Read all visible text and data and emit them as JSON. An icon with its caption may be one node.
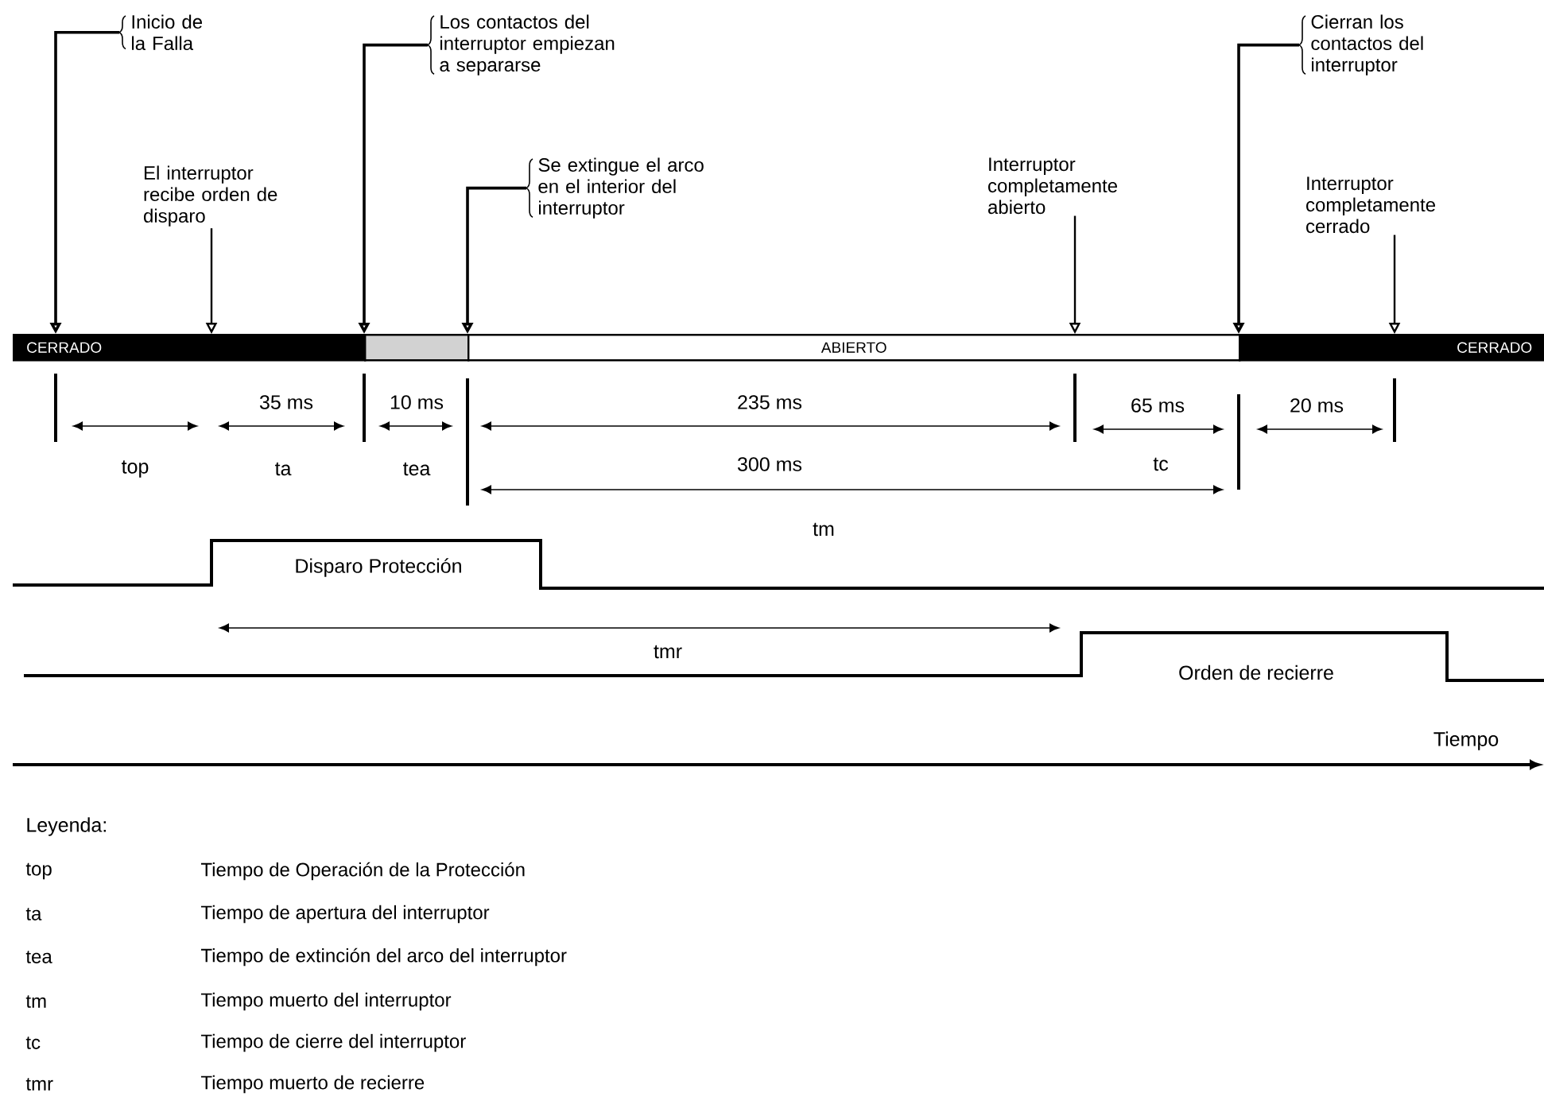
{
  "diagram": {
    "nodes": [
      {
        "text": [
          "Inicio de la Falla"
        ]
      },
      {
        "text": [
          "El interruptor recibe orden de disparo"
        ]
      },
      {
        "text": [
          "Los contactos del interruptor empiezan a separarse"
        ]
      },
      {
        "text": [
          "Se extingue el arco en el interior del interruptor"
        ]
      },
      {
        "text": [
          "Interruptor completamente abierto"
        ]
      },
      {
        "text": [
          "Cierran los contactos del interruptor"
        ]
      },
      {
        "text": [
          "Interruptor completamente cerrado"
        ]
      },
      {
        "text": [
          "CERRADO"
        ]
      },
      {
        "text": [],
        "shape": "bar"
      },
      {
        "text": [
          "ABIERTO"
        ]
      },
      {
        "text": [
          "CERRADO"
        ]
      }
    ],
    "edges": [
      {
        "from": 0,
        "to": 7,
        "arrow": "to"
      },
      {
        "from": 1,
        "to": 7,
        "arrow": "to"
      },
      {
        "from": 2,
        "to": 8,
        "arrow": "to"
      },
      {
        "from": 3,
        "to": 9,
        "arrow": "to"
      },
      {
        "from": 4,
        "to": 9,
        "arrow": "to"
      },
      {
        "from": 5,
        "to": 10,
        "arrow": "to"
      },
      {
        "from": 6,
        "to": 10,
        "arrow": "to"
      }
    ],
    "labels": [
      "35 ms",
      "10 ms",
      "235 ms",
      "65 ms",
      "20 ms",
      "top",
      "ta",
      "tea",
      "300 ms",
      "tc",
      "tm",
      "Disparo Protección",
      "tmr",
      "Orden de recierre",
      "Tiempo",
      "Leyenda:",
      "top",
      "Tiempo de Operación de la Protección",
      "ta",
      "Tiempo de apertura del interruptor",
      "tea",
      "Tiempo de extinción del arco del interruptor",
      "tm",
      "Tiempo muerto del interruptor",
      "tc",
      "Tiempo de cierre del interruptor",
      "tmr",
      "Tiempo muerto de recierre"
    ]
  }
}
